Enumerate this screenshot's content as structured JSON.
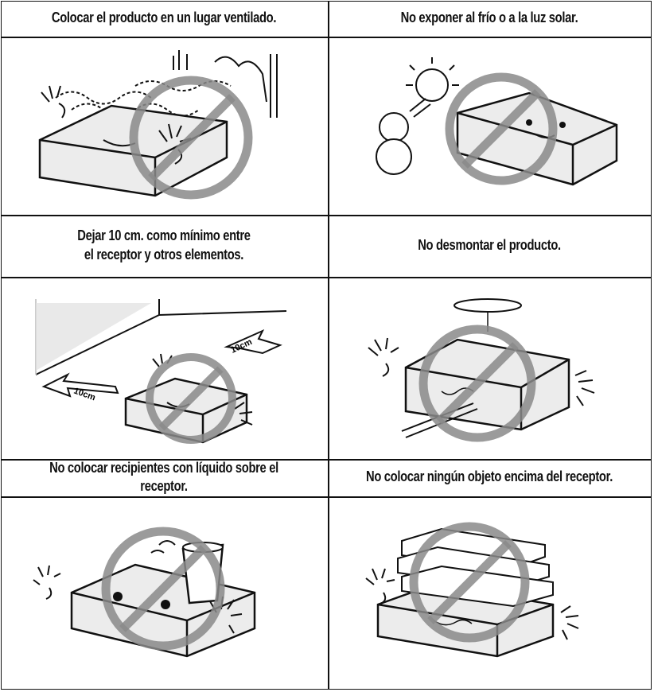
{
  "cells": [
    {
      "caption": [
        "Colocar el producto en un lugar ventilado."
      ],
      "icon": "ventilation-illustration"
    },
    {
      "caption": [
        "No exponer al frío o a la luz solar."
      ],
      "icon": "cold-sun-prohibited-illustration"
    },
    {
      "caption": [
        "Dejar 10 cm. como mínimo entre",
        "el receptor y otros elementos."
      ],
      "icon": "clearance-10cm-illustration",
      "labels": [
        "10cm",
        "10cm"
      ]
    },
    {
      "caption": [
        "No desmontar el producto."
      ],
      "icon": "disassembly-prohibited-illustration"
    },
    {
      "caption": [
        "No colocar recipientes con líquido sobre el receptor."
      ],
      "icon": "liquid-container-prohibited-illustration"
    },
    {
      "caption": [
        "No colocar ningún objeto encima del receptor."
      ],
      "icon": "objects-on-top-prohibited-illustration"
    }
  ],
  "colors": {
    "line": "#111111",
    "prohibition": "#8a8a8a",
    "box_fill": "#ececec"
  }
}
